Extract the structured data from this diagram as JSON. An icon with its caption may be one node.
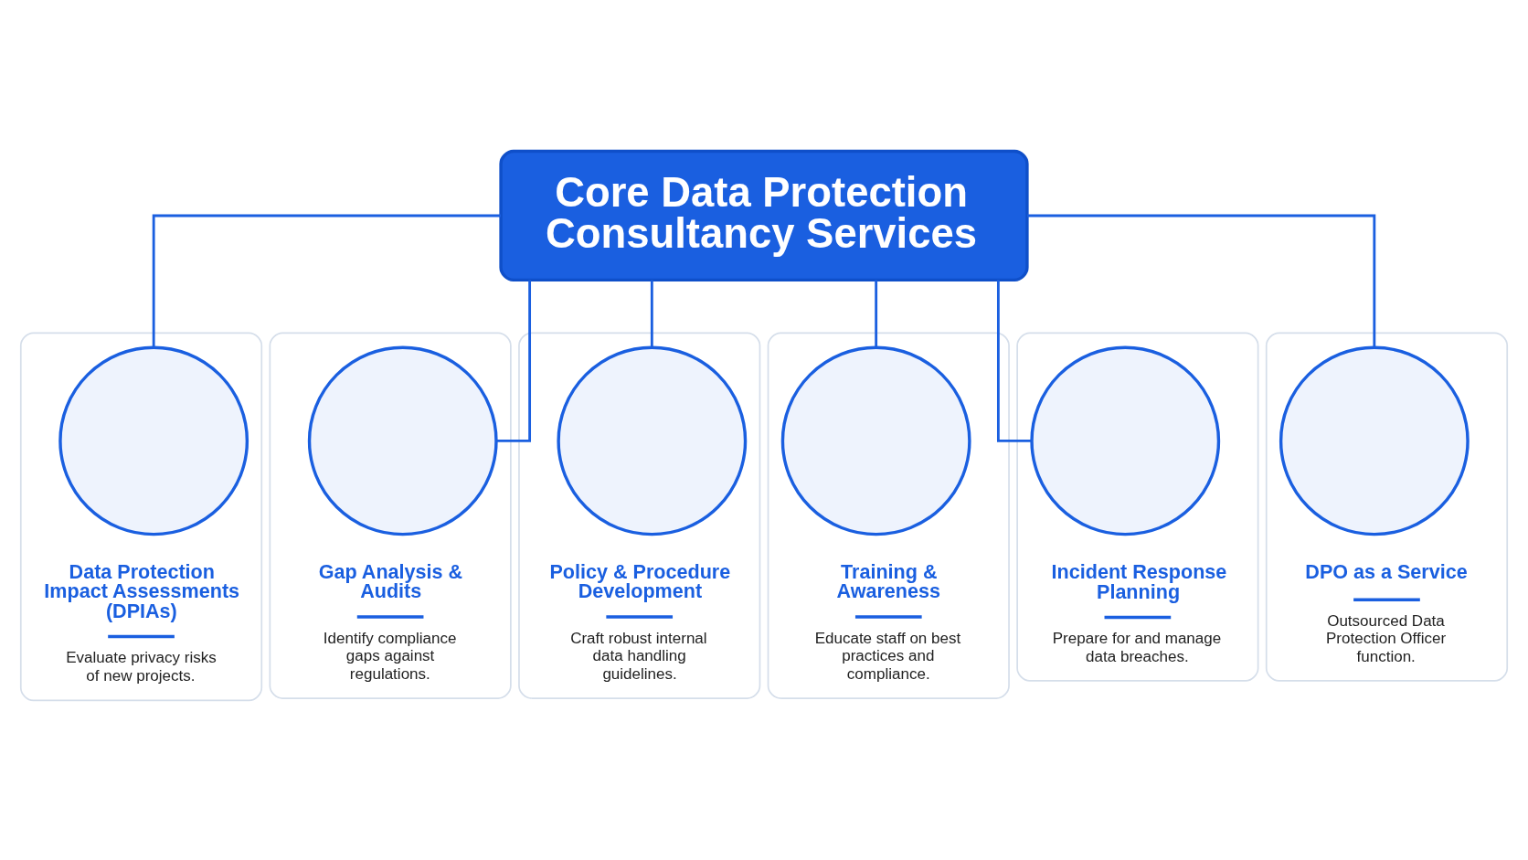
{
  "diagram": {
    "nodes": [
      {
        "text": [
          "Core Data Protection Consultancy Services"
        ]
      },
      {
        "text": [
          "Data Protection Impact Assessments (DPIAs)",
          "Evaluate privacy risks of new projects."
        ]
      },
      {
        "text": [],
        "shape": "circle",
        "in": 1
      },
      {
        "text": [
          "Gap Analysis & Audits",
          "Identify compliance gaps against regulations."
        ]
      },
      {
        "text": [],
        "shape": "circle",
        "in": 3
      },
      {
        "text": [
          "Policy & Procedure Development",
          "Craft robust internal data handling guidelines."
        ]
      },
      {
        "text": [],
        "shape": "circle",
        "in": 5
      },
      {
        "text": [
          "Training & Awareness",
          "Educate staff on best practices and compliance."
        ]
      },
      {
        "text": [],
        "shape": "circle",
        "in": 7
      },
      {
        "text": [
          "Incident Response Planning",
          "Prepare for and manage data breaches."
        ]
      },
      {
        "text": [],
        "shape": "circle",
        "in": 9
      },
      {
        "text": [
          "DPO as a Service",
          "Outsourced Data Protection Officer function."
        ]
      },
      {
        "text": [],
        "shape": "circle",
        "in": 11
      }
    ],
    "edges": [
      {
        "from": 0,
        "to": 2,
        "arrow": "none"
      },
      {
        "from": 0,
        "to": 4,
        "arrow": "none"
      },
      {
        "from": 0,
        "to": 6,
        "arrow": "none"
      },
      {
        "from": 0,
        "to": 8,
        "arrow": "none"
      },
      {
        "from": 0,
        "to": 10,
        "arrow": "none"
      },
      {
        "from": 0,
        "to": 12,
        "arrow": "none"
      }
    ]
  }
}
